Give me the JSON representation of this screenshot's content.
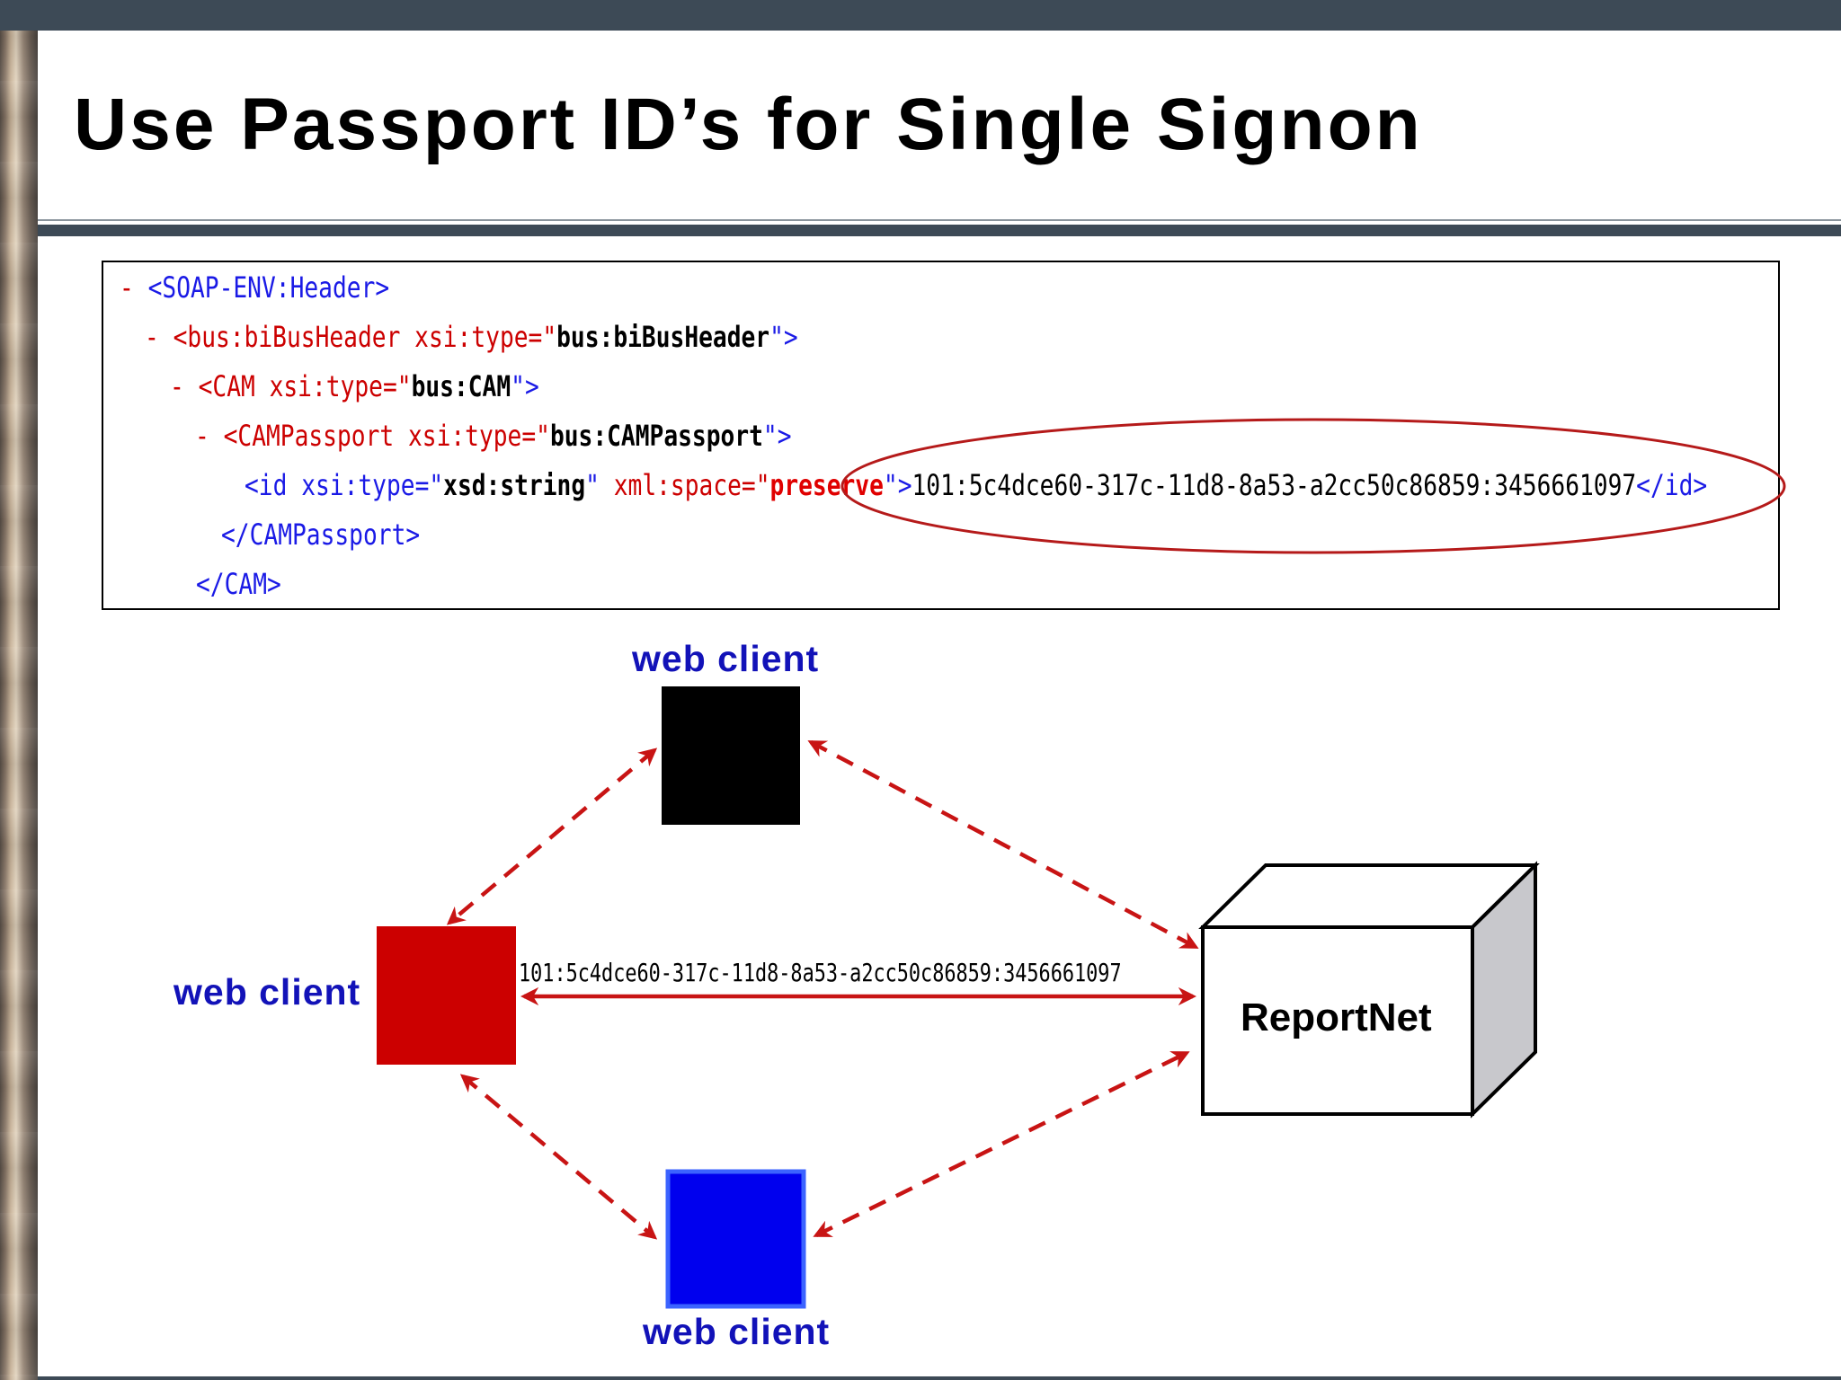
{
  "slide": {
    "title": "Use Passport ID’s for Single Signon"
  },
  "xml": {
    "line1": {
      "dash": "- ",
      "tag": "<SOAP-ENV:Header>"
    },
    "line2": {
      "dash": "- ",
      "open": "<bus:biBusHeader xsi:type=\"",
      "value": "bus:biBusHeader",
      "close": "\">"
    },
    "line3": {
      "dash": "- ",
      "open": "<CAM xsi:type=\"",
      "value": "bus:CAM",
      "close": "\">"
    },
    "line4": {
      "dash": "- ",
      "open": "<CAMPassport xsi:type=\"",
      "value": "bus:CAMPassport",
      "close": "\">"
    },
    "line5": {
      "open": "<id xsi:type=\"",
      "type_value": "xsd:string",
      "mid": "\" ",
      "attr": "xml:space=\"",
      "space_value": "preserve",
      "gt": "\">",
      "id_value": "101:5c4dce60-317c-11d8-8a53-a2cc50c86859:3456661097",
      "close": "</id>"
    },
    "line6": {
      "tag": "</CAMPassport>"
    },
    "line7": {
      "tag": "</CAM>"
    }
  },
  "diagram": {
    "nodes": {
      "top_client": {
        "label": "web client",
        "color": "#000000"
      },
      "left_client": {
        "label": "web client",
        "color": "#cc0000"
      },
      "bottom_client": {
        "label": "web client",
        "color": "#0000ee"
      },
      "server": {
        "label": "ReportNet"
      }
    },
    "edge_label": "101:5c4dce60-317c-11d8-8a53-a2cc50c86859:3456661097",
    "colors": {
      "arrow": "#c81414",
      "client_label": "#1212b8",
      "highlight_ellipse": "#b51a1a"
    }
  }
}
